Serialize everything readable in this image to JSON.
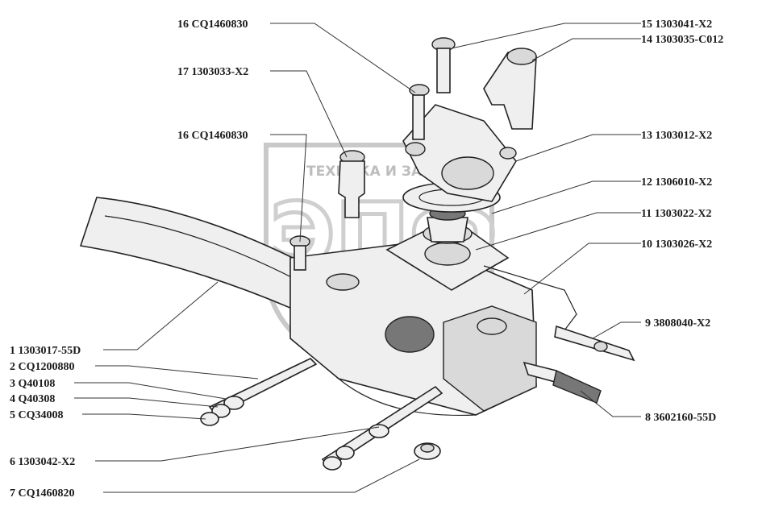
{
  "watermark": {
    "text": "ТЕХНИКА И ЗАПЧАСТИ",
    "logo": "ЭПФ"
  },
  "callouts": [
    {
      "label": "1 1303017-55D"
    },
    {
      "label": "2 CQ1200880"
    },
    {
      "label": "3 Q40108"
    },
    {
      "label": "4 Q40308"
    },
    {
      "label": "5 CQ34008"
    },
    {
      "label": "6 1303042-X2"
    },
    {
      "label": "7 CQ1460820"
    },
    {
      "label": "8 3602160-55D"
    },
    {
      "label": "9 3808040-X2"
    },
    {
      "label": "10 1303026-X2"
    },
    {
      "label": "11 1303022-X2"
    },
    {
      "label": "12 1306010-X2"
    },
    {
      "label": "13 1303012-X2"
    },
    {
      "label": "14 1303035-C012"
    },
    {
      "label": "15 1303041-X2"
    },
    {
      "label": "16 CQ1460830"
    },
    {
      "label": "17 1303033-X2"
    },
    {
      "label": "16 CQ1460830"
    }
  ]
}
